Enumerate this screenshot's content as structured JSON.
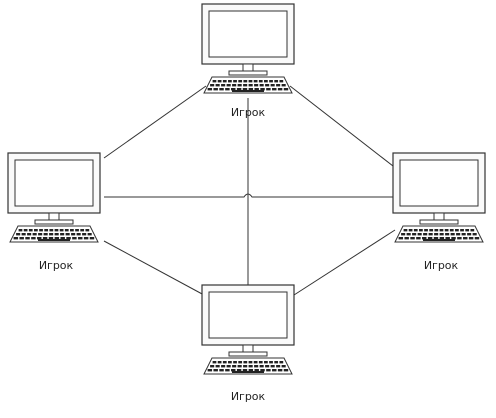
{
  "diagram": {
    "type": "mesh-network",
    "nodes": [
      {
        "id": "top",
        "label": "Игрок",
        "icon": "computer-icon"
      },
      {
        "id": "left",
        "label": "Игрок",
        "icon": "computer-icon"
      },
      {
        "id": "right",
        "label": "Игрок",
        "icon": "computer-icon"
      },
      {
        "id": "bottom",
        "label": "Игрок",
        "icon": "computer-icon"
      }
    ],
    "edges": [
      [
        "top",
        "left"
      ],
      [
        "top",
        "right"
      ],
      [
        "top",
        "bottom"
      ],
      [
        "left",
        "right"
      ],
      [
        "left",
        "bottom"
      ],
      [
        "right",
        "bottom"
      ]
    ],
    "colors": {
      "stroke": "#333333",
      "screen": "#ffffff",
      "background": "#ffffff"
    }
  }
}
